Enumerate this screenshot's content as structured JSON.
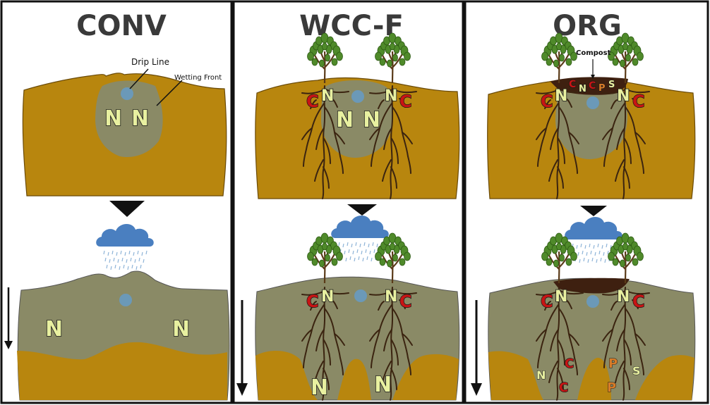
{
  "panels": [
    {
      "title": "CONV"
    },
    {
      "title": "WCC-F"
    },
    {
      "title": "ORG"
    }
  ],
  "annotations": {
    "drip_line": "Drip Line",
    "wetting_front": "Wetting Front",
    "compost": "Compost"
  },
  "letters": {
    "n": "N",
    "c": "C",
    "p": "P",
    "s": "S"
  },
  "colors": {
    "soil": "#b8860e",
    "wet_soil": "#8a8a66",
    "n_fill": "#e8f0a0",
    "c_fill": "#c81414",
    "p_fill": "#d87c28",
    "cloud": "#4a7fc0",
    "compost": "#3e2010",
    "root": "#3b2410",
    "leaf": "#4f8a2a"
  }
}
